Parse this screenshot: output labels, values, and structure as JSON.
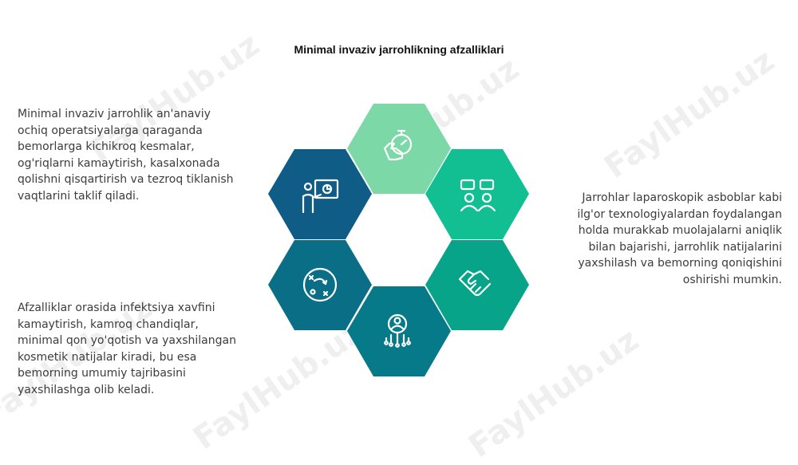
{
  "title": "Minimal invaziv jarrohlikning afzalliklari",
  "texts": {
    "left_top": "Minimal invaziv jarrohlik an'anaviy\nochiq operatsiyalarga qaraganda\nbemorlarga kichikroq kesmalar,\nog'riqlarni kamaytirish, kasalxonada\nqolishni qisqartirish va tezroq tiklanish\nvaqtlarini taklif qiladi.",
    "left_bottom": "Afzalliklar orasida infektsiya xavfini\nkamaytirish, kamroq chandiqlar,\nminimal qon yo'qotish va yaxshilangan\nkosmetik natijalar kiradi, bu esa\nbemorning umumiy tajribasini\nyaxshilashga olib keladi.",
    "right": "Jarrohlar laparoskopik asboblar kabi\nilg'or texnologiyalardan foydalangan\nholda murakkab muolajalarni aniqlik\nbilan bajarishi, jarrohlik natijalarini\nyaxshilash va bemorning qoniqishini\noshirishi mumkin."
  },
  "hexagons": [
    {
      "name": "hex-top",
      "color": "#7dd8a8",
      "icon": "stopwatch-hand-icon"
    },
    {
      "name": "hex-top-right",
      "color": "#12bf93",
      "icon": "discussion-people-icon"
    },
    {
      "name": "hex-bottom-right",
      "color": "#07a48a",
      "icon": "handshake-icon"
    },
    {
      "name": "hex-bottom",
      "color": "#067a88",
      "icon": "network-user-icon"
    },
    {
      "name": "hex-bottom-left",
      "color": "#0a6f86",
      "icon": "strategy-play-icon"
    },
    {
      "name": "hex-top-left",
      "color": "#0f5c86",
      "icon": "presenter-board-icon"
    }
  ],
  "watermark": "FaylHub.uz"
}
